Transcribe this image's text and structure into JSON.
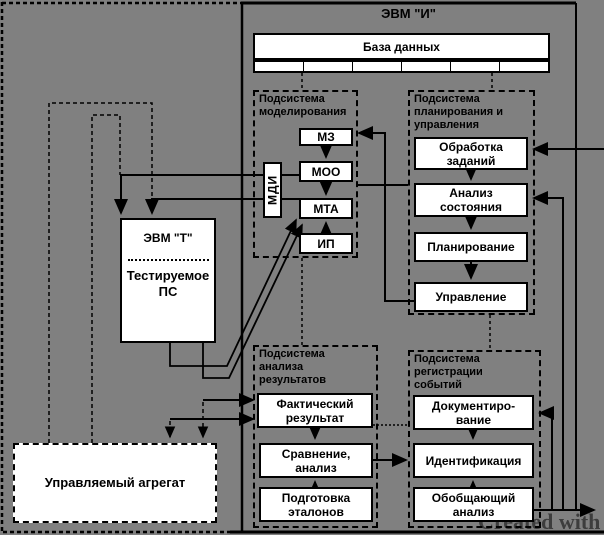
{
  "colors": {
    "background": "#808080",
    "box_fill": "#ffffff",
    "line": "#000000"
  },
  "watermark": "Created with",
  "evm_i": {
    "title": "ЭВМ \"И\""
  },
  "database": {
    "label": "База данных",
    "cells": 6
  },
  "modeling": {
    "title": "Подсистема\nмоделирования",
    "mz": "МЗ",
    "moo": "МОО",
    "mta": "МТА",
    "ip": "ИП",
    "mdi": "МДИ"
  },
  "planning": {
    "title": "Подсистема\nпланирования и\nуправления",
    "job": "Обработка\nзаданий",
    "state": "Анализ\nсостояния",
    "plan": "Планирование",
    "control": "Управление"
  },
  "evm_t": {
    "title": "ЭВМ \"Т\"",
    "subtitle": "Тестируемое\nПС"
  },
  "aggregate": {
    "label": "Управляемый агрегат"
  },
  "analysis": {
    "title": "Подсистема\nанализа\nрезультатов",
    "fact": "Фактический\nрезультат",
    "compare": "Сравнение,\nанализ",
    "etalon": "Подготовка\nэталонов"
  },
  "registration": {
    "title": "Подсистема\nрегистрации\nсобытий",
    "doc": "Документиро-\nвание",
    "ident": "Идентификация",
    "general": "Обобщающий\nанализ"
  }
}
